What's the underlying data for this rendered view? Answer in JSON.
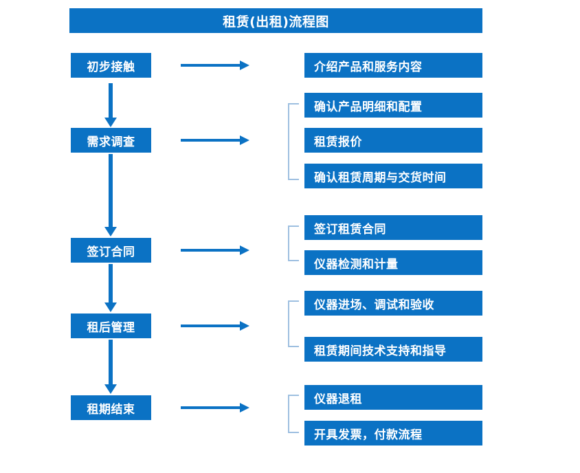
{
  "diagram": {
    "title": "租赁(出租)流程图",
    "colors": {
      "primary_blue": "#0b72c4",
      "bracket_blue": "#9dbfe0",
      "text_white": "#ffffff",
      "background": "#ffffff"
    },
    "stages": [
      {
        "id": "stage-1",
        "label": "初步接触"
      },
      {
        "id": "stage-2",
        "label": "需求调查"
      },
      {
        "id": "stage-3",
        "label": "签订合同"
      },
      {
        "id": "stage-4",
        "label": "租后管理"
      },
      {
        "id": "stage-5",
        "label": "租期结束"
      }
    ],
    "details": [
      {
        "id": "detail-1",
        "label": "介绍产品和服务内容"
      },
      {
        "id": "detail-2",
        "label": "确认产品明细和配置"
      },
      {
        "id": "detail-3",
        "label": "租赁报价"
      },
      {
        "id": "detail-4",
        "label": "确认租赁周期与交货时间"
      },
      {
        "id": "detail-5",
        "label": "签订租赁合同"
      },
      {
        "id": "detail-6",
        "label": "仪器检测和计量"
      },
      {
        "id": "detail-7",
        "label": "仪器进场、调试和验收"
      },
      {
        "id": "detail-8",
        "label": "租赁期间技术支持和指导"
      },
      {
        "id": "detail-9",
        "label": "仪器退租"
      },
      {
        "id": "detail-10",
        "label": "开具发票，付款流程"
      }
    ],
    "connectors": {
      "horizontal_arrow_name": "right-arrow-icon",
      "vertical_arrow_name": "down-arrow-icon",
      "bracket_name": "group-bracket-icon",
      "horizontal_arrow_count": 5,
      "vertical_arrow_count": 4,
      "bracket_count": 4
    }
  }
}
